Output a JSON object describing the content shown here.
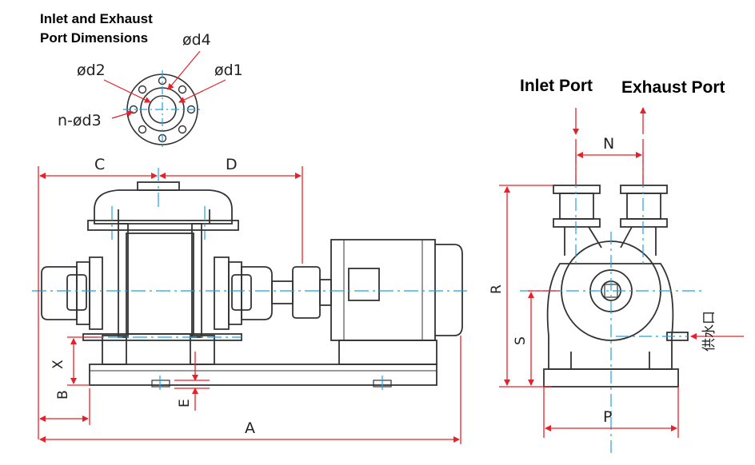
{
  "titles": {
    "flange_line1": "Inlet and Exhaust",
    "flange_line2": "Port Dimensions",
    "inlet_port": "Inlet Port",
    "exhaust_port": "Exhaust Port"
  },
  "flange_labels": {
    "d4": "ød4",
    "d2": "ød2",
    "d1": "ød1",
    "d3": "n-ød3"
  },
  "dimensions": {
    "C": "C",
    "D": "D",
    "A": "A",
    "B": "B",
    "X": "X",
    "E": "E",
    "N": "N",
    "R": "R",
    "S": "S",
    "P": "P"
  },
  "water_supply": "供水口",
  "colors": {
    "outline": "#333333",
    "dimension": "#e8202a",
    "centerline": "#1aa3e8"
  }
}
